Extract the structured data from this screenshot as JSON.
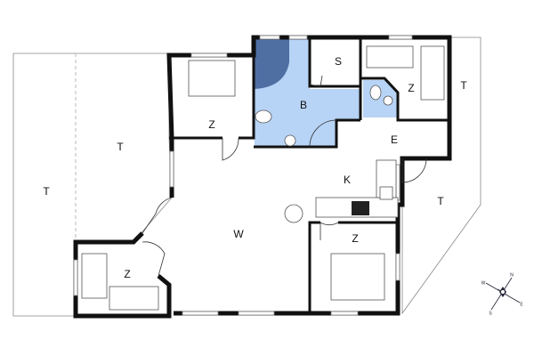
{
  "colors": {
    "wall": "#111111",
    "bathroom": "#b7d3f5",
    "shower": "#4f6fa3",
    "background": "#ffffff"
  },
  "rooms": {
    "terrace_1": "T",
    "terrace_2": "T",
    "terrace_3": "T",
    "terrace_4": "T",
    "bedroom_top_left": "Z",
    "bedroom_bottom_left": "Z",
    "bedroom_top_right": "Z",
    "bedroom_bottom_right": "Z",
    "bathroom": "B",
    "storage": "S",
    "entrance": "E",
    "kitchen": "K",
    "living": "W"
  },
  "compass": {
    "n": "N",
    "e": "E",
    "s": "S",
    "w": "W"
  }
}
